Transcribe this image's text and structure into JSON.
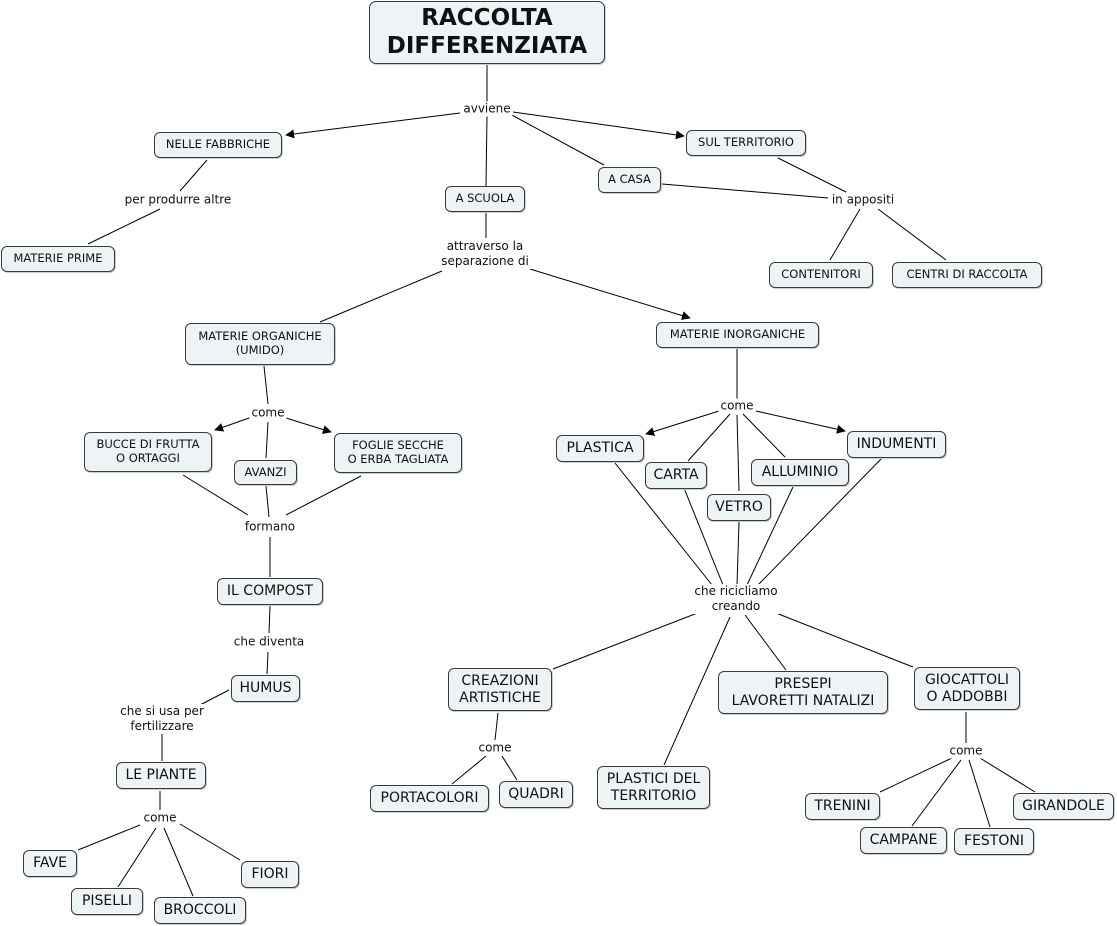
{
  "nodes": {
    "title": "RACCOLTA\nDIFFERENZIATA",
    "fabbriche": "NELLE FABBRICHE",
    "materie_prime": "MATERIE PRIME",
    "scuola": "A SCUOLA",
    "casa": "A CASA",
    "territorio": "SUL TERRITORIO",
    "contenitori": "CONTENITORI",
    "centri": "CENTRI DI RACCOLTA",
    "organiche": "MATERIE ORGANICHE\n(UMIDO)",
    "inorganiche": "MATERIE INORGANICHE",
    "bucce": "BUCCE DI FRUTTA\nO ORTAGGI",
    "avanzi": "AVANZI",
    "foglie": "FOGLIE SECCHE\nO ERBA TAGLIATA",
    "compost": "IL COMPOST",
    "humus": "HUMUS",
    "piante": "LE PIANTE",
    "fave": "FAVE",
    "piselli": "PISELLI",
    "broccoli": "BROCCOLI",
    "fiori": "FIORI",
    "plastica": "PLASTICA",
    "carta": "CARTA",
    "vetro": "VETRO",
    "alluminio": "ALLUMINIO",
    "indumenti": "INDUMENTI",
    "creazioni": "CREAZIONI\nARTISTICHE",
    "portacolori": "PORTACOLORI",
    "quadri": "QUADRI",
    "plastici": "PLASTICI DEL\nTERRITORIO",
    "presepi": "PRESEPI\nLAVORETTI NATALIZI",
    "giocattoli": "GIOCATTOLI\nO ADDOBBI",
    "trenini": "TRENINI",
    "campane": "CAMPANE",
    "festoni": "FESTONI",
    "girandole": "GIRANDOLE"
  },
  "links": {
    "avviene": "avviene",
    "produrre": "per produrre altre",
    "appositi": "in appositi",
    "attraverso": "attraverso la\nseparazione di",
    "come_org": "come",
    "formano": "formano",
    "diventa": "che diventa",
    "usa": "che si usa per\nfertilizzare",
    "come_piante": "come",
    "come_inorg": "come",
    "ricicliamo": "che ricicliamo\ncreando",
    "come_creaz": "come",
    "come_gioc": "come"
  },
  "colors": {
    "node_fill": "#eef3f6",
    "node_border": "#3a3a3a",
    "line": "#000000"
  }
}
